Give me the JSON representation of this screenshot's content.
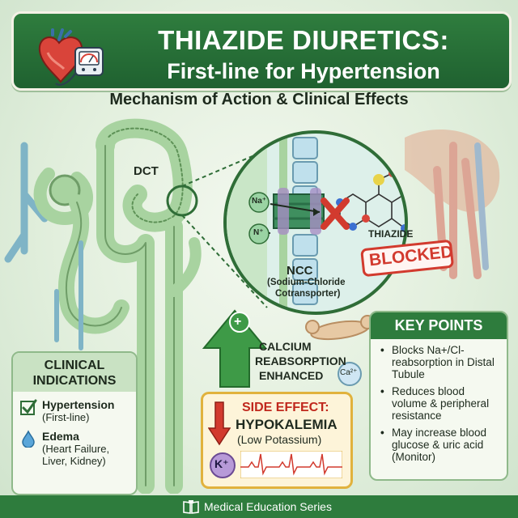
{
  "title": {
    "line1": "THIAZIDE DIURETICS:",
    "line2": "First-line for Hypertension"
  },
  "subtitle": "Mechanism of Action & Clinical Effects",
  "diagram": {
    "dct_label": "DCT",
    "ion_na": "Na⁺",
    "ion_n": "N⁺",
    "drug_label": "THIAZIDE",
    "blocked_stamp": "BLOCKED",
    "ncc_label": "NCC",
    "ncc_full_line1": "(Sodium-Chloride",
    "ncc_full_line2": "Cotransporter)",
    "calcium_line1": "CALCIUM",
    "calcium_line2": "REABSORPTION",
    "calcium_line3": "ENHANCED",
    "calcium_ion": "Ca²⁺",
    "plus_sign": "+"
  },
  "key_points": {
    "heading": "KEY POINTS",
    "items": [
      "Blocks Na+/Cl- reabsorption in Distal Tubule",
      "Reduces blood volume & peripheral resistance",
      "May increase blood glucose & uric acid (Monitor)"
    ]
  },
  "clinical_indications": {
    "heading_line1": "CLINICAL",
    "heading_line2": "INDICATIONS",
    "items": [
      {
        "title": "Hypertension",
        "detail": "(First-line)",
        "icon": "checkbox-icon"
      },
      {
        "title": "Edema",
        "detail": "(Heart Failure, Liver, Kidney)",
        "icon": "water-drop-icon"
      }
    ]
  },
  "side_effect": {
    "label": "SIDE EFFECT:",
    "name": "HYPOKALEMIA",
    "detail": "(Low Potassium)",
    "ion": "K⁺"
  },
  "footer": {
    "text": "Medical Education Series",
    "icon": "book-icon"
  },
  "colors": {
    "brand_green": "#2e7c3d",
    "blocked_red": "#d23a2e",
    "warning_yellow": "#e1b23d",
    "tubule_green": "#a8d3a0"
  }
}
